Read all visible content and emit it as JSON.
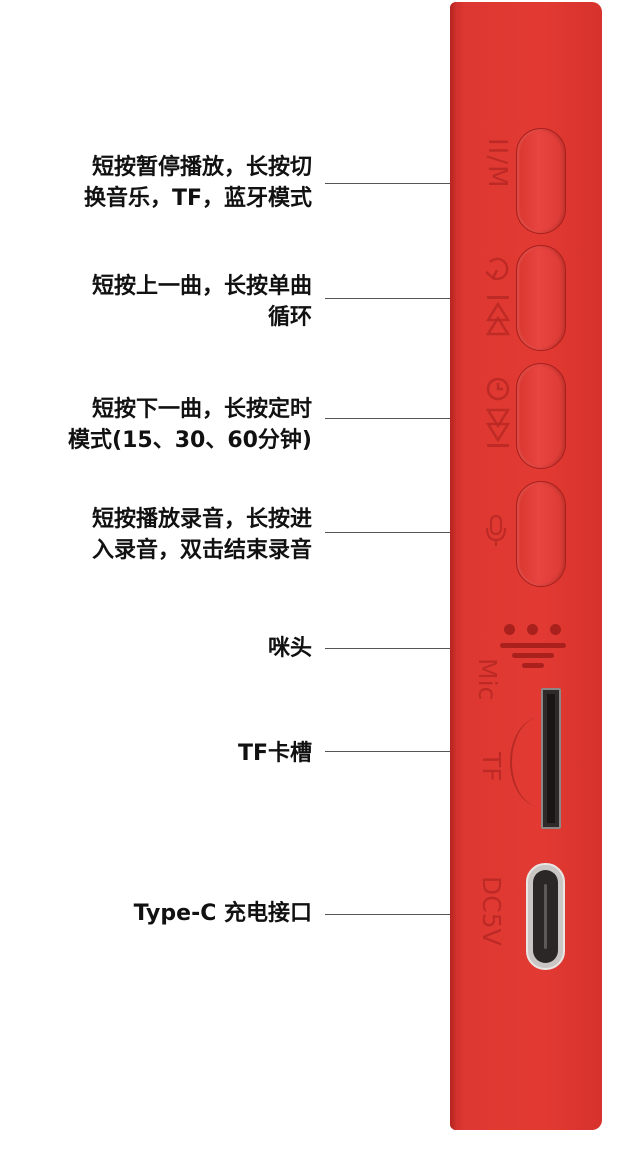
{
  "callouts": [
    {
      "line1": "短按暂停播放，长按切",
      "line2": "换音乐，TF，蓝牙模式"
    },
    {
      "line1": "短按上一曲，长按单曲",
      "line2": "循环"
    },
    {
      "line1": "短按下一曲，长按定时",
      "line2": "模式(15、30、60分钟)"
    },
    {
      "line1": "短按播放录音，长按进",
      "line2": "入录音，双击结束录音"
    },
    {
      "line1": "咪头",
      "line2": ""
    },
    {
      "line1": "TF卡槽",
      "line2": ""
    },
    {
      "line1": "Type-C 充电接口",
      "line2": ""
    }
  ],
  "device": {
    "body_color": "#e23a33",
    "button_icons": [
      "play-pause-mode-icon",
      "repeat-previous-icon",
      "timer-next-icon",
      "microphone-icon"
    ],
    "labels": {
      "mode": "II/M",
      "mic": "Mic",
      "tf": "TF",
      "dc": "DC5V"
    }
  }
}
